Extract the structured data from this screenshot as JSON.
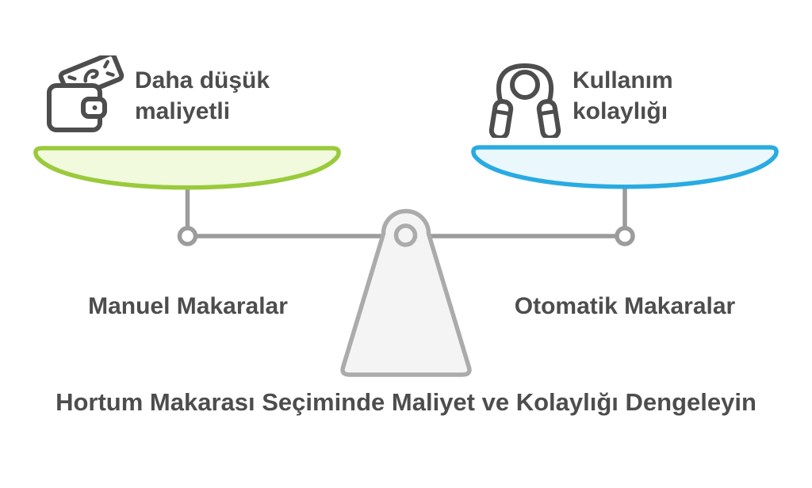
{
  "infographic": {
    "title": "Hortum Makarası Seçiminde Maliyet ve Kolaylığı Dengeleyin",
    "left_side": {
      "icon": "wallet-cash-icon",
      "benefit": "Daha düşük maliyetli",
      "label": "Manuel Makaralar",
      "pan_stroke_color": "#9ACA3C",
      "pan_fill_color": "#F1FADD"
    },
    "right_side": {
      "icon": "jump-rope-icon",
      "benefit": "Kullanım kolaylığı",
      "label": "Otomatik Makaralar",
      "pan_stroke_color": "#29ABE2",
      "pan_fill_color": "#EAF7FD"
    },
    "colors": {
      "text": "#4D4D4D",
      "icon_stroke": "#4D4D4D",
      "scale_gray": "#9C9C9C",
      "fulcrum_stroke": "#ABABAB",
      "fulcrum_fill": "#F4F4F4",
      "background": "#FFFFFF"
    }
  }
}
